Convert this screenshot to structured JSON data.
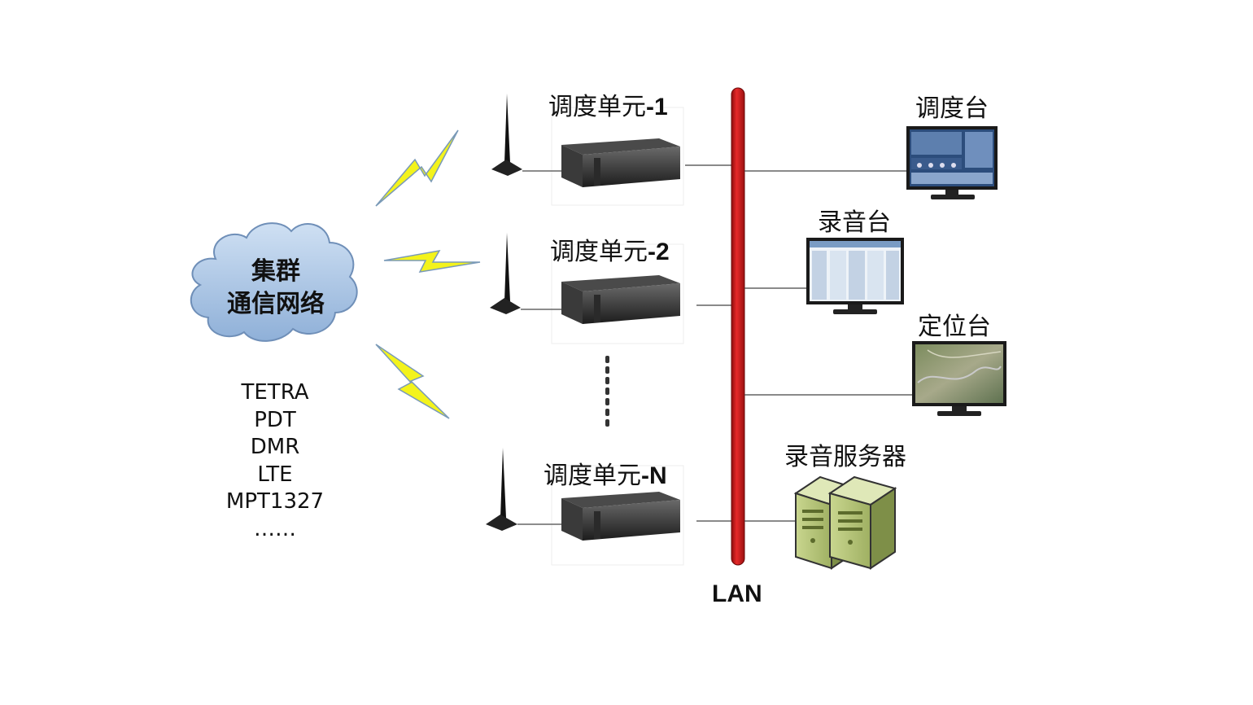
{
  "cloud": {
    "line1": "集群",
    "line2": "通信网络"
  },
  "protocols": [
    "TETRA",
    "PDT",
    "DMR",
    "LTE",
    "MPT1327",
    "……"
  ],
  "dispatch_units": [
    {
      "prefix": "调度单元",
      "suffix": "-1"
    },
    {
      "prefix": "调度单元",
      "suffix": "-2"
    },
    {
      "prefix": "调度单元",
      "suffix": "-N"
    }
  ],
  "stations": {
    "dispatch_console": "调度台",
    "recording_console": "录音台",
    "positioning_console": "定位台",
    "recording_server": "录音服务器"
  },
  "lan_label": "LAN",
  "colors": {
    "lan_bus": "#d81f1f",
    "cloud_fill": "#a9c4e3",
    "lightning": "#f2f21a",
    "server": "#b4c47a"
  }
}
